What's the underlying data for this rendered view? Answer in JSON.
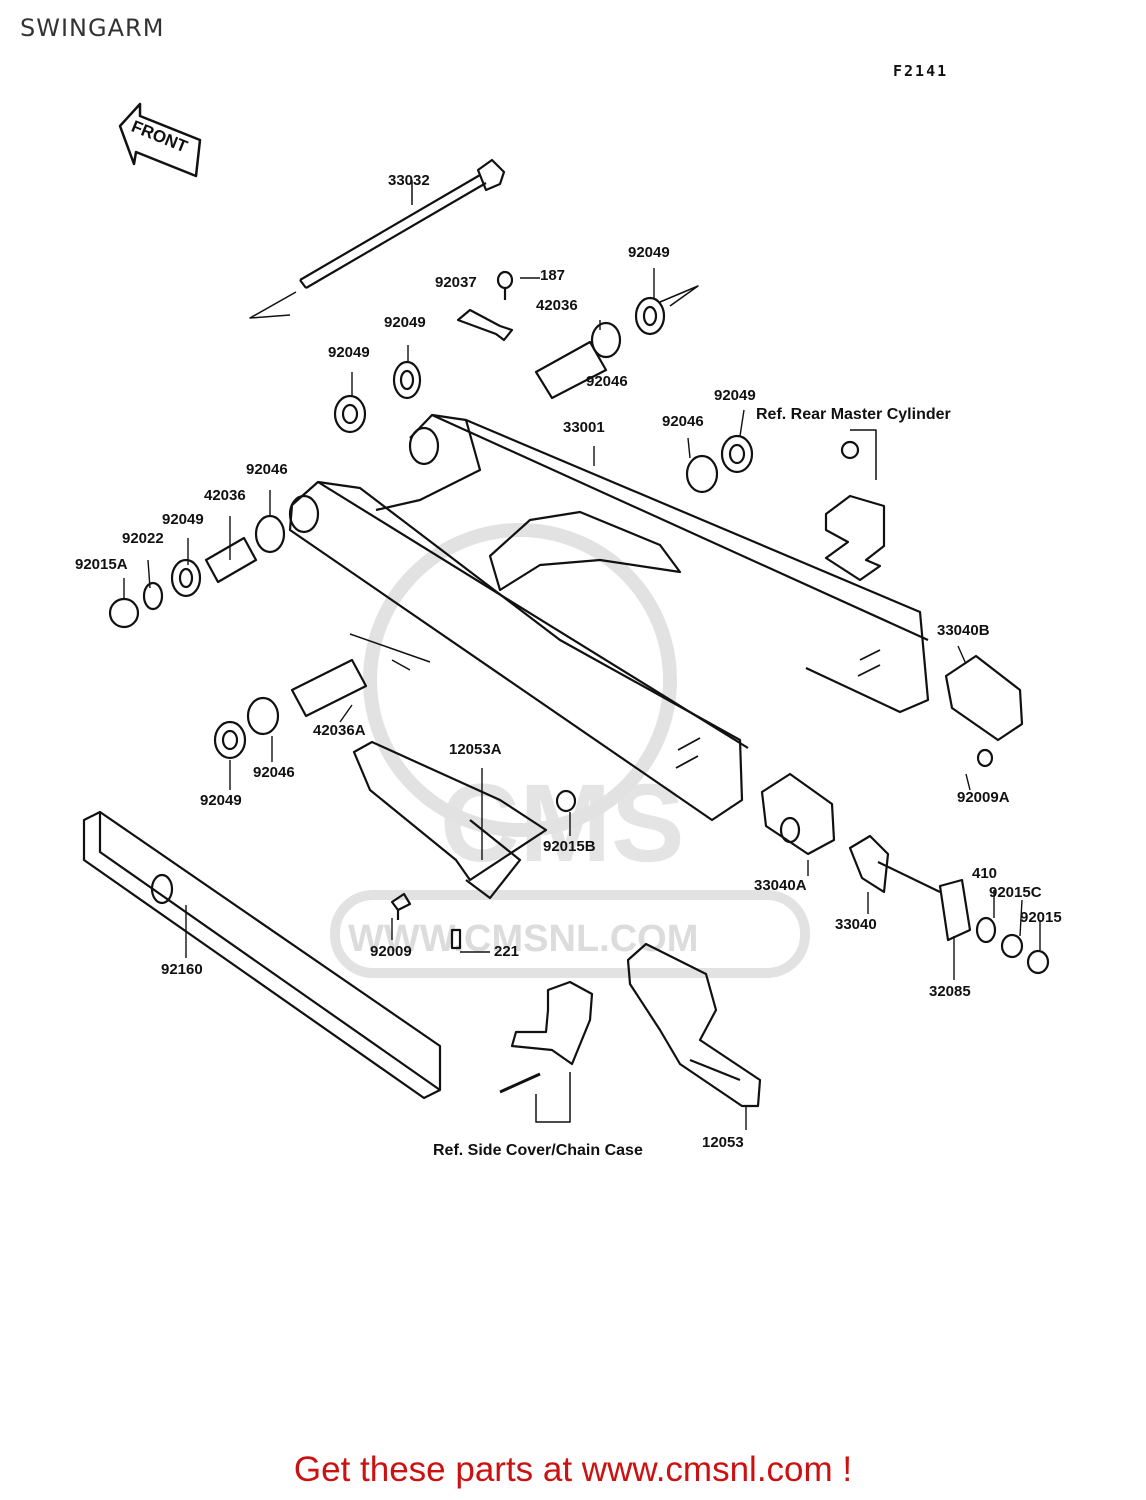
{
  "header": {
    "title": "SWINGARM",
    "figure_code": "F2141"
  },
  "front_marker": "FRONT",
  "watermark": {
    "logo": "CMS",
    "url": "WWW.CMSNL.COM"
  },
  "labels": {
    "p33032": "33032",
    "p92037": "92037",
    "p187": "187",
    "p92049_a": "92049",
    "p42036_a": "42036",
    "p92049_b": "92049",
    "p92046_a": "92046",
    "p92049_c": "92049",
    "p92049_d": "92049",
    "p92046_b": "92046",
    "p33001": "33001",
    "p92046_c": "92046",
    "p42036_b": "42036",
    "p92049_e": "92049",
    "p92022": "92022",
    "p92015A": "92015A",
    "p33040B": "33040B",
    "p92009A": "92009A",
    "p42036A": "42036A",
    "p12053A": "12053A",
    "p92046_d": "92046",
    "p92049_f": "92049",
    "p92015B": "92015B",
    "p33040A": "33040A",
    "p33040": "33040",
    "p410": "410",
    "p92015C": "92015C",
    "p92015": "92015",
    "p32085": "32085",
    "p92160": "92160",
    "p92009": "92009",
    "p221": "221",
    "p12053": "12053"
  },
  "refs": {
    "rear_master_cylinder": "Ref. Rear Master Cylinder",
    "side_cover_chain_case": "Ref. Side Cover/Chain Case"
  },
  "footer": {
    "text": "Get these parts at www.cmsnl.com !"
  }
}
